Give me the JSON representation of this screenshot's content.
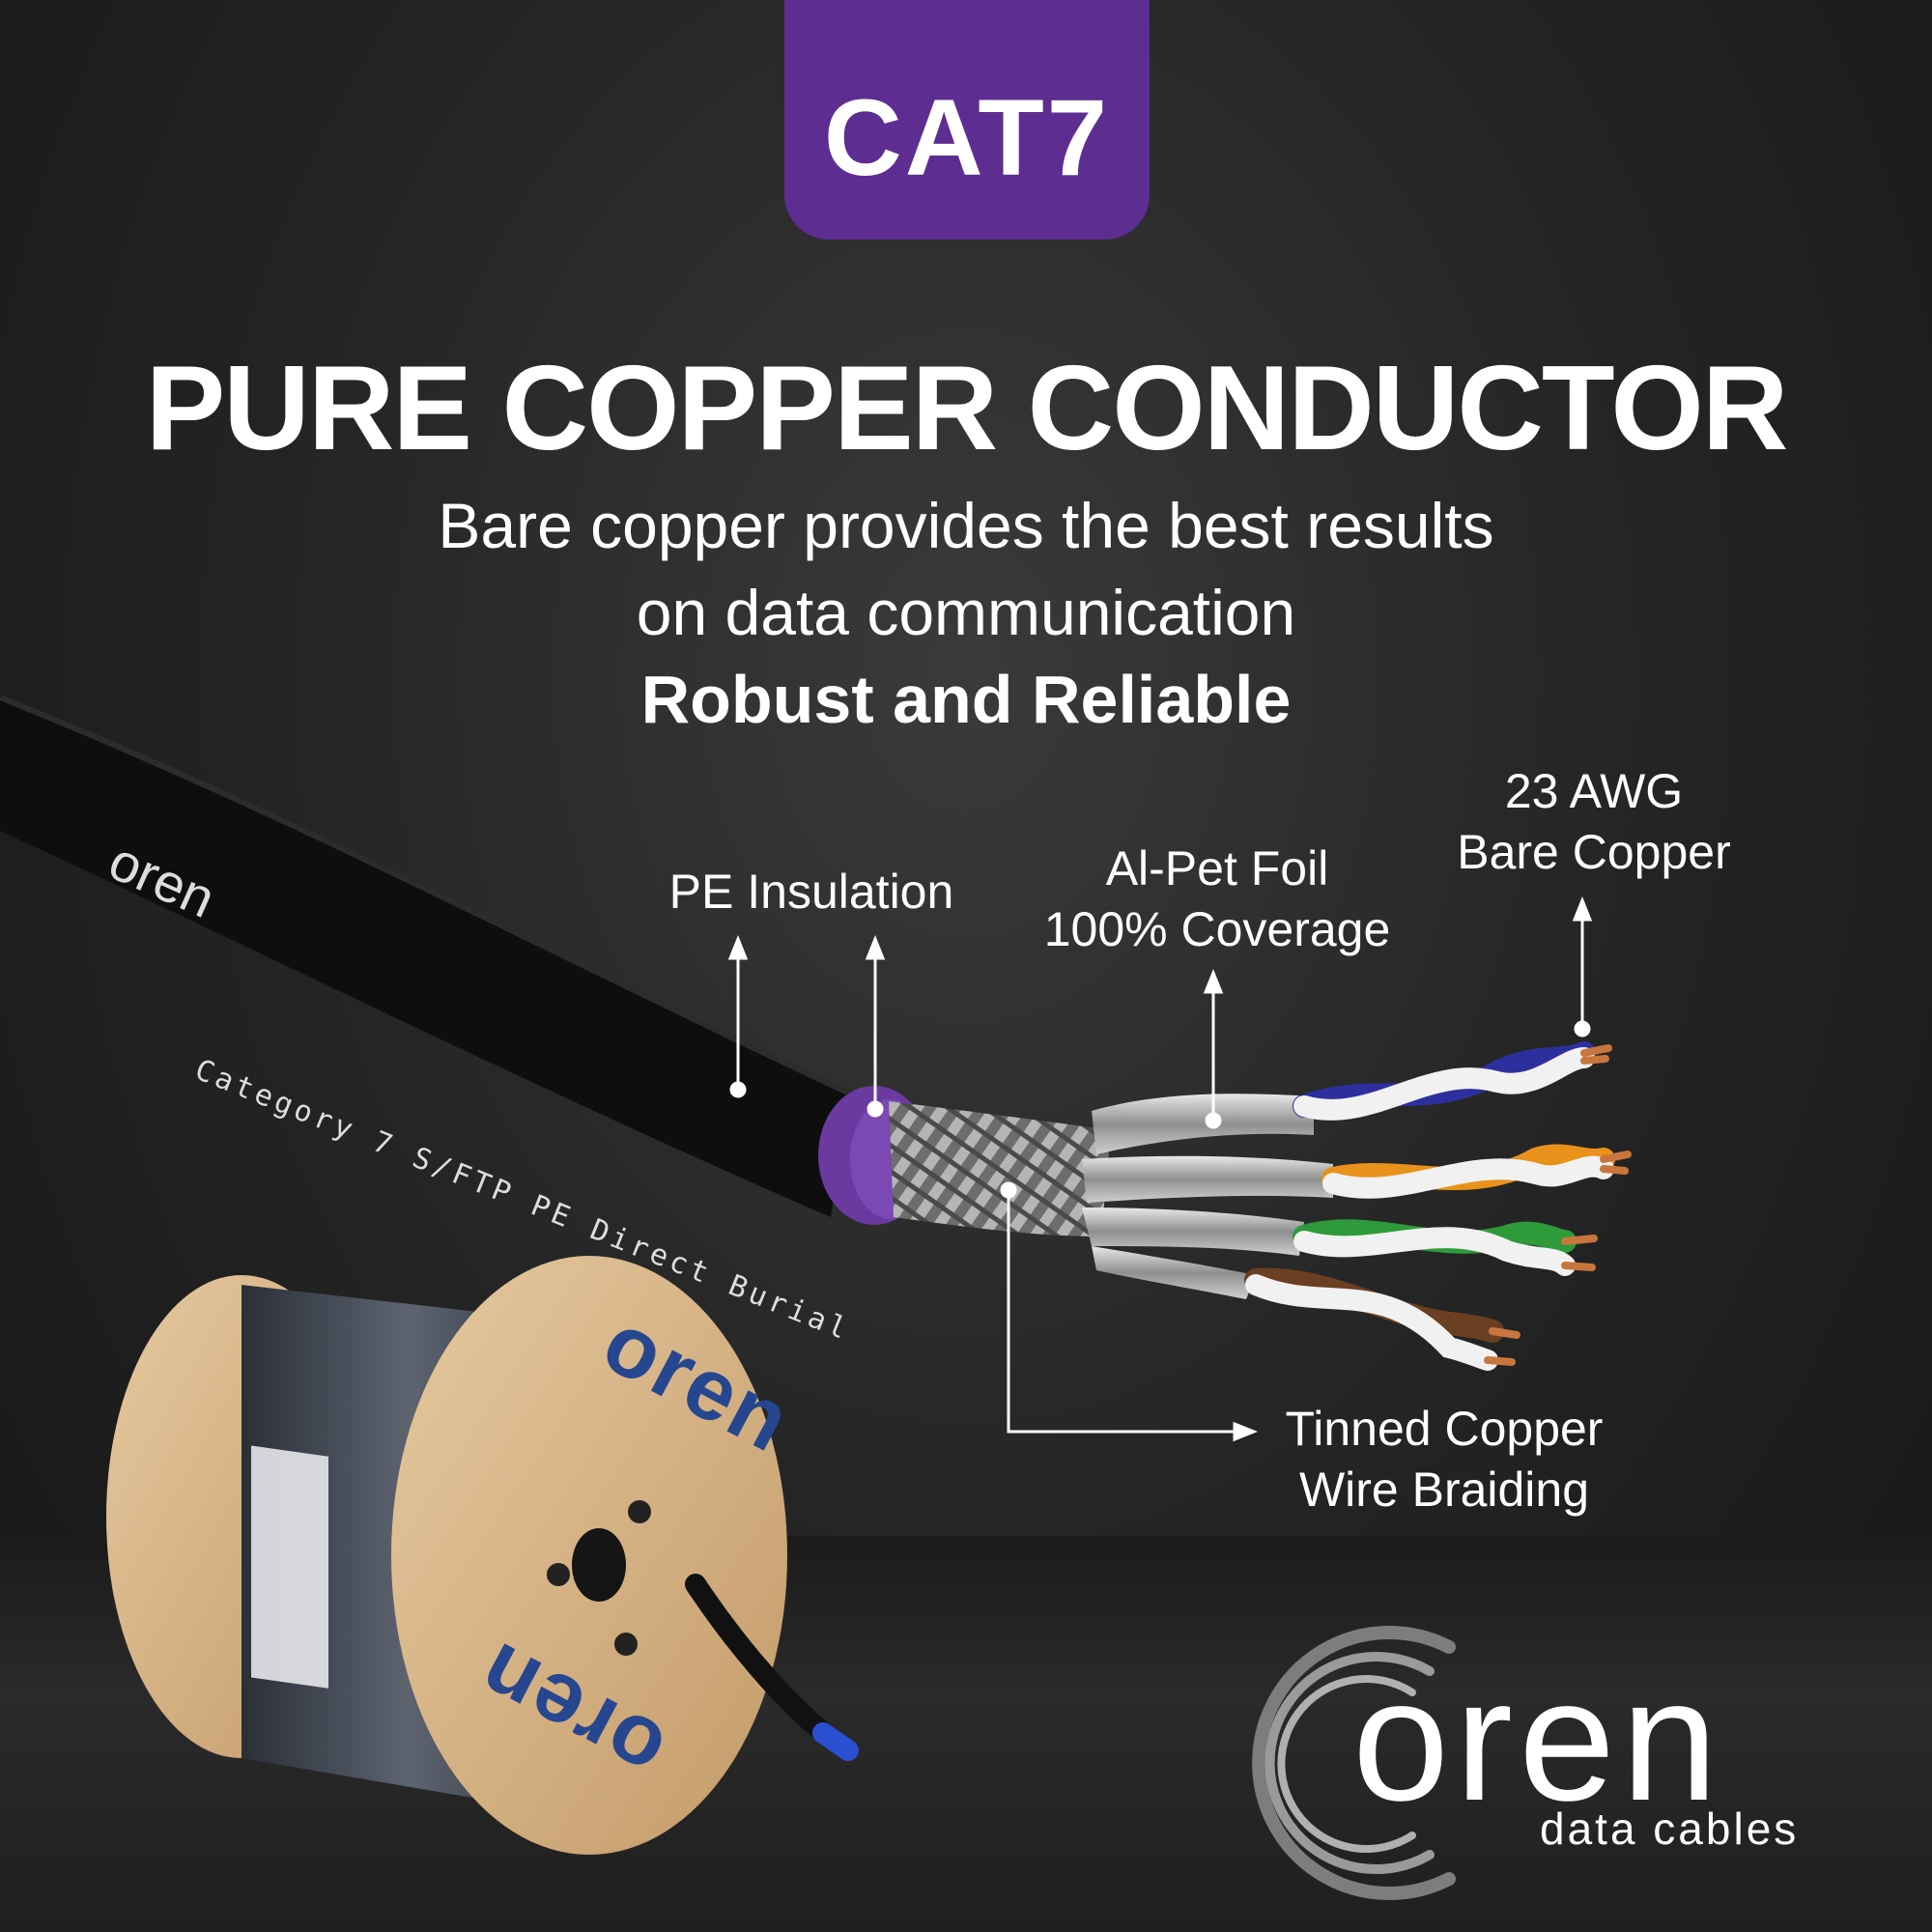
{
  "badge": {
    "text": "CAT7",
    "color": "#5e2d91"
  },
  "headline": "PURE COPPER CONDUCTOR",
  "subtitle": {
    "line1": "Bare copper provides the best results",
    "line2": "on data communication",
    "line3": "Robust and Reliable"
  },
  "callouts": {
    "pe_insulation": "PE Insulation",
    "foil_line1": "Al-Pet Foil",
    "foil_line2": "100% Coverage",
    "awg_line1": "23 AWG",
    "awg_line2": "Bare Copper",
    "braid_line1": "Tinned Copper",
    "braid_line2": "Wire Braiding"
  },
  "cable_print": {
    "logo": "oren",
    "text": "Category 7 S/FTP PE Direct Burial"
  },
  "spool": {
    "logo_top": "oren",
    "logo_bottom": "oren"
  },
  "brand": {
    "name": "oren",
    "tagline": "data cables"
  },
  "colors": {
    "jacket": "#0d0d0d",
    "insulation": "#6a3aa0",
    "pair_blue": "#2e2f9e",
    "pair_orange": "#e8921c",
    "pair_green": "#2e9a3a",
    "pair_brown": "#6b3f22",
    "copper": "#c8763e",
    "spool_wood": "#d9b98c"
  }
}
